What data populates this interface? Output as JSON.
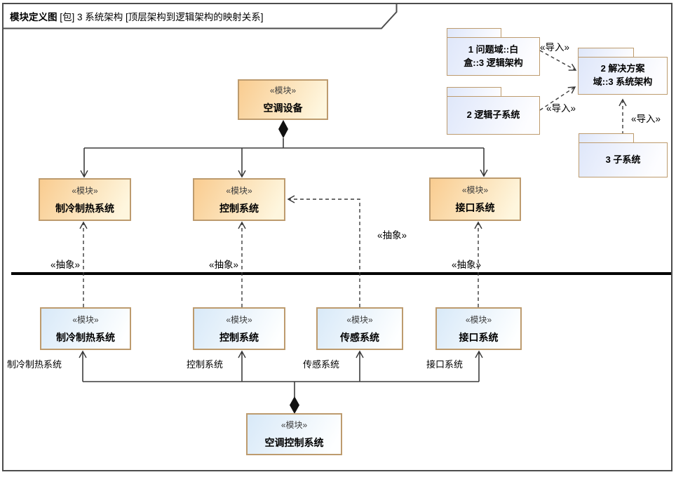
{
  "frame": {
    "title_bold": "模块定义图",
    "title_rest": " [包] 3 系统架构 [顶层架构到逻辑架构的映射关系]"
  },
  "packages": [
    {
      "name": "1 问题域::白\n盒::3 逻辑架构"
    },
    {
      "name": "2 解决方案\n域::3 系统架构"
    },
    {
      "name": "2 逻辑子系统"
    },
    {
      "name": "3 子系统"
    }
  ],
  "blocks": [
    {
      "stereotype": "«模块»",
      "name": "空调设备"
    },
    {
      "stereotype": "«模块»",
      "name": "制冷制热系统"
    },
    {
      "stereotype": "«模块»",
      "name": "控制系统"
    },
    {
      "stereotype": "«模块»",
      "name": "接口系统"
    },
    {
      "stereotype": "«模块»",
      "name": "制冷制热系统"
    },
    {
      "stereotype": "«模块»",
      "name": "控制系统"
    },
    {
      "stereotype": "«模块»",
      "name": "传感系统"
    },
    {
      "stereotype": "«模块»",
      "name": "接口系统"
    },
    {
      "stereotype": "«模块»",
      "name": "空调控制系统"
    }
  ],
  "edge_labels": {
    "import": "«导入»",
    "abstract": "«抽象»"
  },
  "role_labels": [
    "制冷制热系统",
    "控制系统",
    "传感系统",
    "接口系统"
  ],
  "colors": {
    "block-border": "#BD9B6E",
    "orange-start": "#F9CC90",
    "orange-end": "#FEF6DE",
    "blue-start": "#D8E9F8",
    "blue-end": "#FEFFFF",
    "package-start": "#DFE7FA",
    "package-end": "#FDFDFF",
    "frame-border": "#4D4D4D",
    "line": "#333333",
    "divider": "#000000"
  }
}
